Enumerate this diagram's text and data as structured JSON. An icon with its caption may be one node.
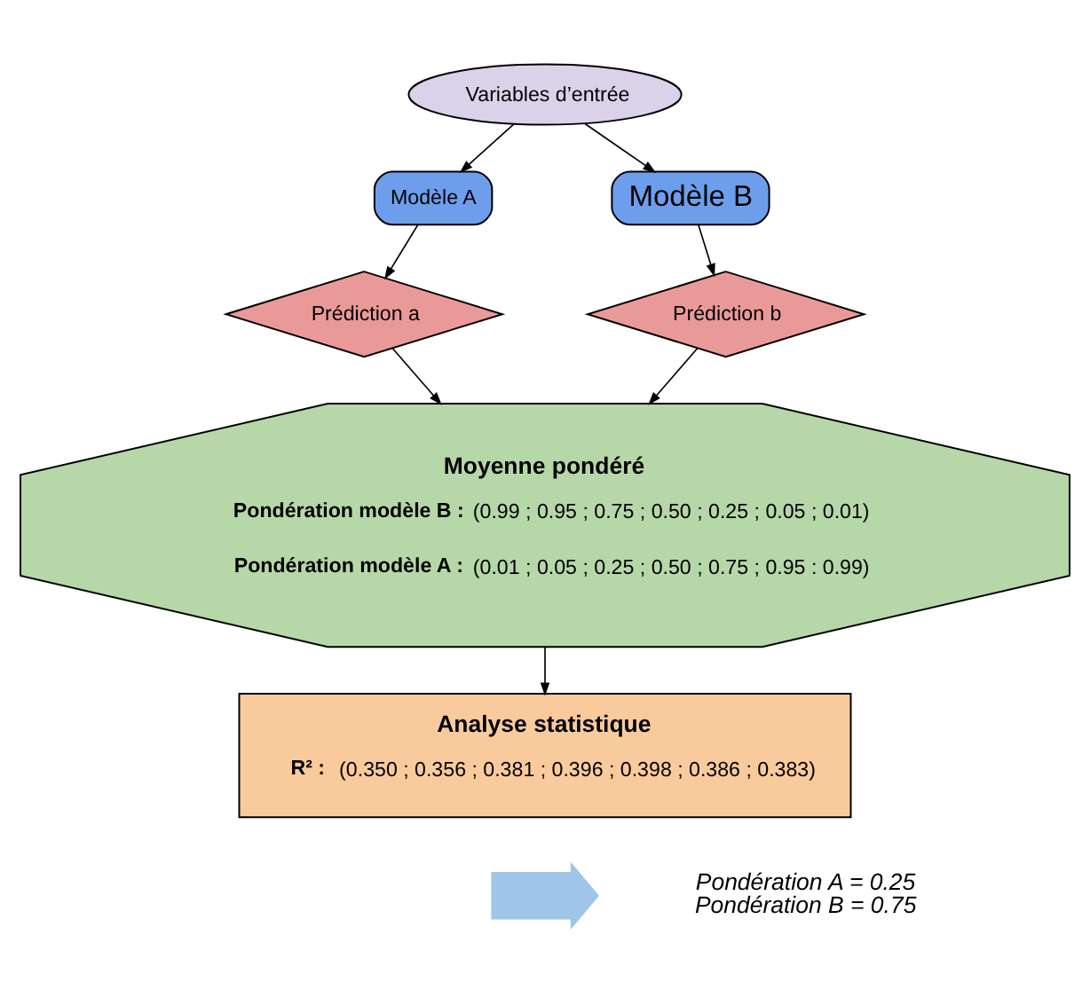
{
  "diagram": {
    "nodes": [
      {
        "text": [
          "Variables d’entrée"
        ]
      },
      {
        "text": [
          "Modèle A"
        ]
      },
      {
        "text": [
          "Modèle B"
        ]
      },
      {
        "text": [
          "Prédiction a"
        ]
      },
      {
        "text": [
          "Prédiction b"
        ]
      },
      {
        "text": [
          "Moyenne pondéré",
          "**Pondération modèle B :** (0.99 ; 0.95 ; 0.75 ; 0.50 ; 0.25 ; 0.05 ; 0.01)",
          "**Pondération modèle A :** (0.01 ; 0.05 ; 0.25 ; 0.50 ; 0.75 ; 0.95 : 0.99)"
        ]
      },
      {
        "text": [
          "Analyse statistique",
          "**R² :** (0.350 ; 0.356 ; 0.381 ; 0.396 ; 0.398 ; 0.386 ; 0.383)"
        ]
      },
      {
        "text": [],
        "shape": "arrow",
        "beside": [
          "Pondération A = 0.25",
          "Pondération B = 0.75"
        ]
      }
    ],
    "edges": [
      {
        "from": 0,
        "to": 1,
        "arrow": "to"
      },
      {
        "from": 0,
        "to": 2,
        "arrow": "to"
      },
      {
        "from": 1,
        "to": 3,
        "arrow": "to"
      },
      {
        "from": 2,
        "to": 4,
        "arrow": "to"
      },
      {
        "from": 3,
        "to": 5,
        "arrow": "to"
      },
      {
        "from": 4,
        "to": 5,
        "arrow": "to"
      },
      {
        "from": 5,
        "to": 6,
        "arrow": "to"
      }
    ]
  }
}
